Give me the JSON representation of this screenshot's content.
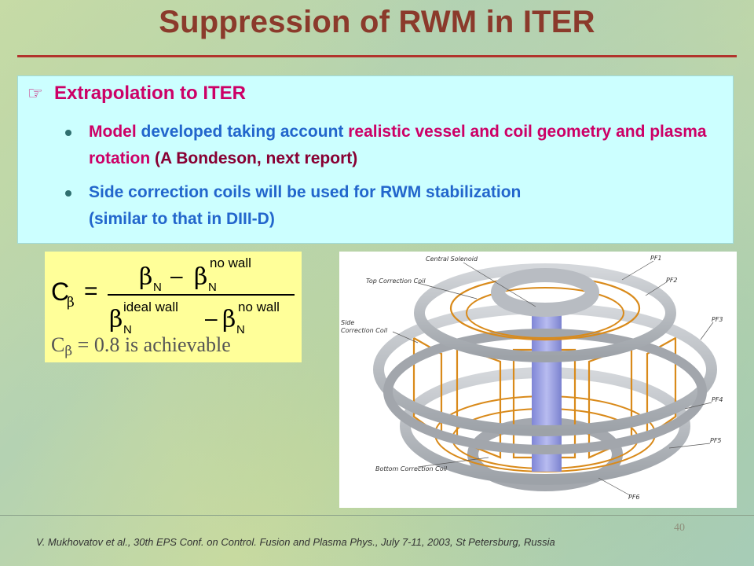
{
  "slide": {
    "title": "Suppression of RWM in ITER",
    "page_number": "40",
    "citation": "V. Mukhovatov et al., 30th EPS Conf. on Control. Fusion and Plasma Phys., July 7-11, 2003, St Petersburg, Russia"
  },
  "bullets": {
    "heading": "Extrapolation to ITER",
    "heading_icon": "hand-pointing-icon",
    "item1": {
      "part1": "Model",
      "part2": " developed taking account ",
      "part3": "realistic vessel and coil geometry and plasma rotation ",
      "part4": "(A Bondeson, next report)"
    },
    "item2": {
      "part1": "Side correction coils will be used for  RWM stabilization",
      "part2": "(similar to that in DIII-D)"
    }
  },
  "formula": {
    "lhs_symbol": "C",
    "lhs_sub": "β",
    "equals": "=",
    "beta": "β",
    "N": "N",
    "minus": "–",
    "no_wall": "no wall",
    "ideal_wall": "ideal wall",
    "achievable_C": "C",
    "achievable_sub": "β",
    "achievable_text": " = 0.8 is achievable"
  },
  "diagram": {
    "labels": {
      "central_solenoid": "Central Solenoid",
      "top_correction_coil": "Top Correction Coil",
      "side_correction_coil_1": "Side",
      "side_correction_coil_2": "Correction Coil",
      "bottom_correction_coil": "Bottom Correction Coil",
      "pf1": "PF1",
      "pf2": "PF2",
      "pf3": "PF3",
      "pf4": "PF4",
      "pf5": "PF5",
      "pf6": "PF6"
    }
  },
  "colors": {
    "title": "#8b3a2b",
    "title_rule": "#b2332c",
    "box_bg": "#ccffff",
    "pink": "#cc0066",
    "blue": "#2266cc",
    "dark_red": "#880033",
    "formula_bg": "#ffff99",
    "coil_orange": "#d98a1a",
    "ring_grey": "#b8bcc2",
    "solenoid_blue": "#9aa0e0"
  }
}
